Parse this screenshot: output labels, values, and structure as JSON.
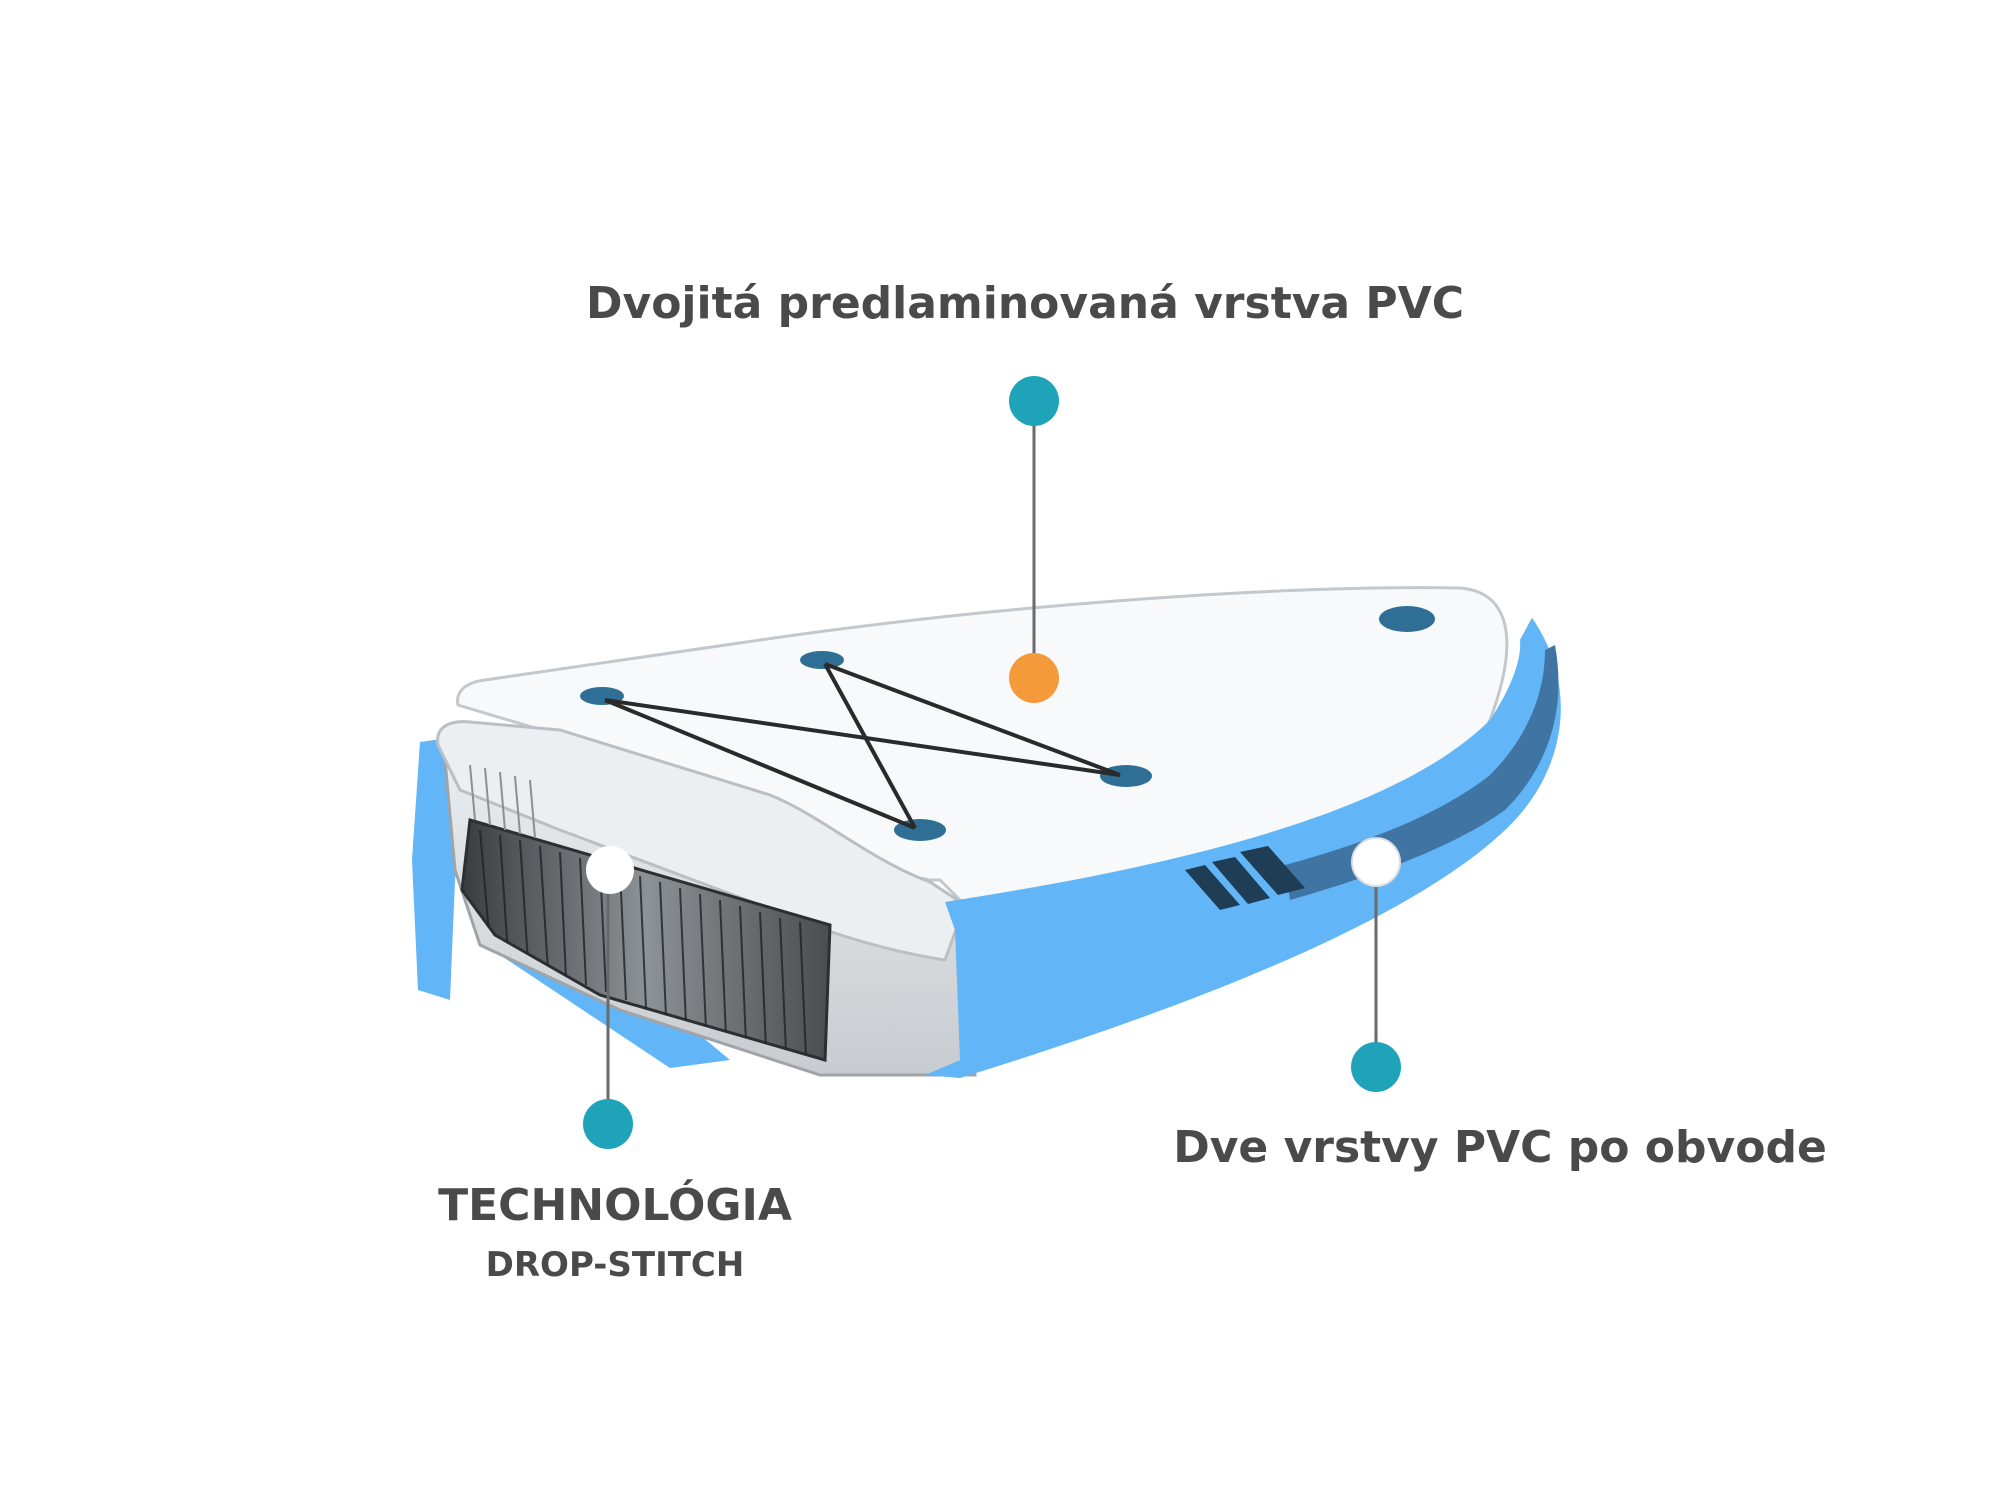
{
  "diagram": {
    "callouts": {
      "top": {
        "text": "Dvojitá predlaminovaná vrstva PVC"
      },
      "right": {
        "text": "Dve vrstvy PVC po obvode"
      },
      "left": {
        "line1": "TECHNOLÓGIA",
        "line2": "DROP-STITCH"
      }
    },
    "colors": {
      "text": "#4a4a4a",
      "callout_dot": "#1ea3b8",
      "deck_marker": "#f59a3b",
      "rail_blue": "#62b5f6",
      "rail_stripe": "#3f74a3",
      "deck": "#f8f9fa",
      "handle_dot": "#2f6f95"
    },
    "icons": [
      "sup-board-cross-section-illustration",
      "leader-dot"
    ]
  }
}
